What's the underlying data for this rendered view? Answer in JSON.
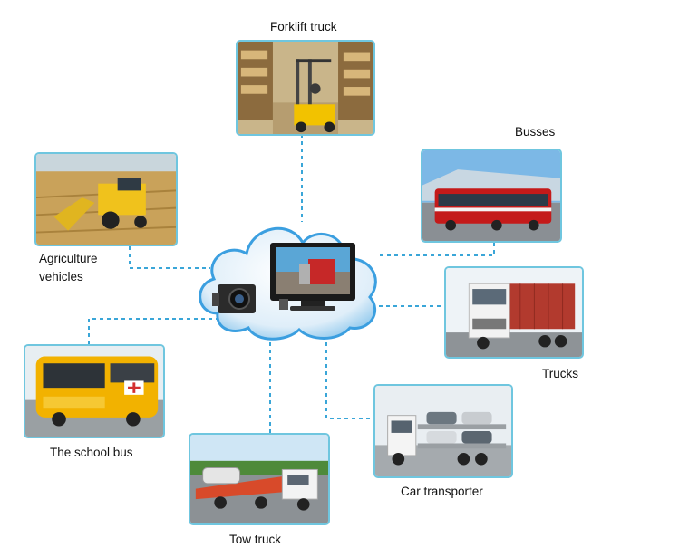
{
  "center": {
    "label": ""
  },
  "vehicles": [
    {
      "id": "forklift",
      "label": "Forklift truck",
      "icon": "forklift-truck-photo"
    },
    {
      "id": "busses",
      "label": "Busses",
      "icon": "city-bus-photo"
    },
    {
      "id": "agriculture",
      "label": "Agriculture\nvehicles",
      "icon": "combine-harvester-photo"
    },
    {
      "id": "trucks",
      "label": "Trucks",
      "icon": "container-truck-photo"
    },
    {
      "id": "school-bus",
      "label": "The school bus",
      "icon": "school-bus-photo"
    },
    {
      "id": "car-transporter",
      "label": "Car transporter",
      "icon": "car-transporter-photo"
    },
    {
      "id": "tow-truck",
      "label": "Tow truck",
      "icon": "tow-truck-photo"
    }
  ],
  "colors": {
    "frame": "#6fc6df",
    "cloud": "#3b9fe0",
    "dash": "#3aa6d8"
  }
}
